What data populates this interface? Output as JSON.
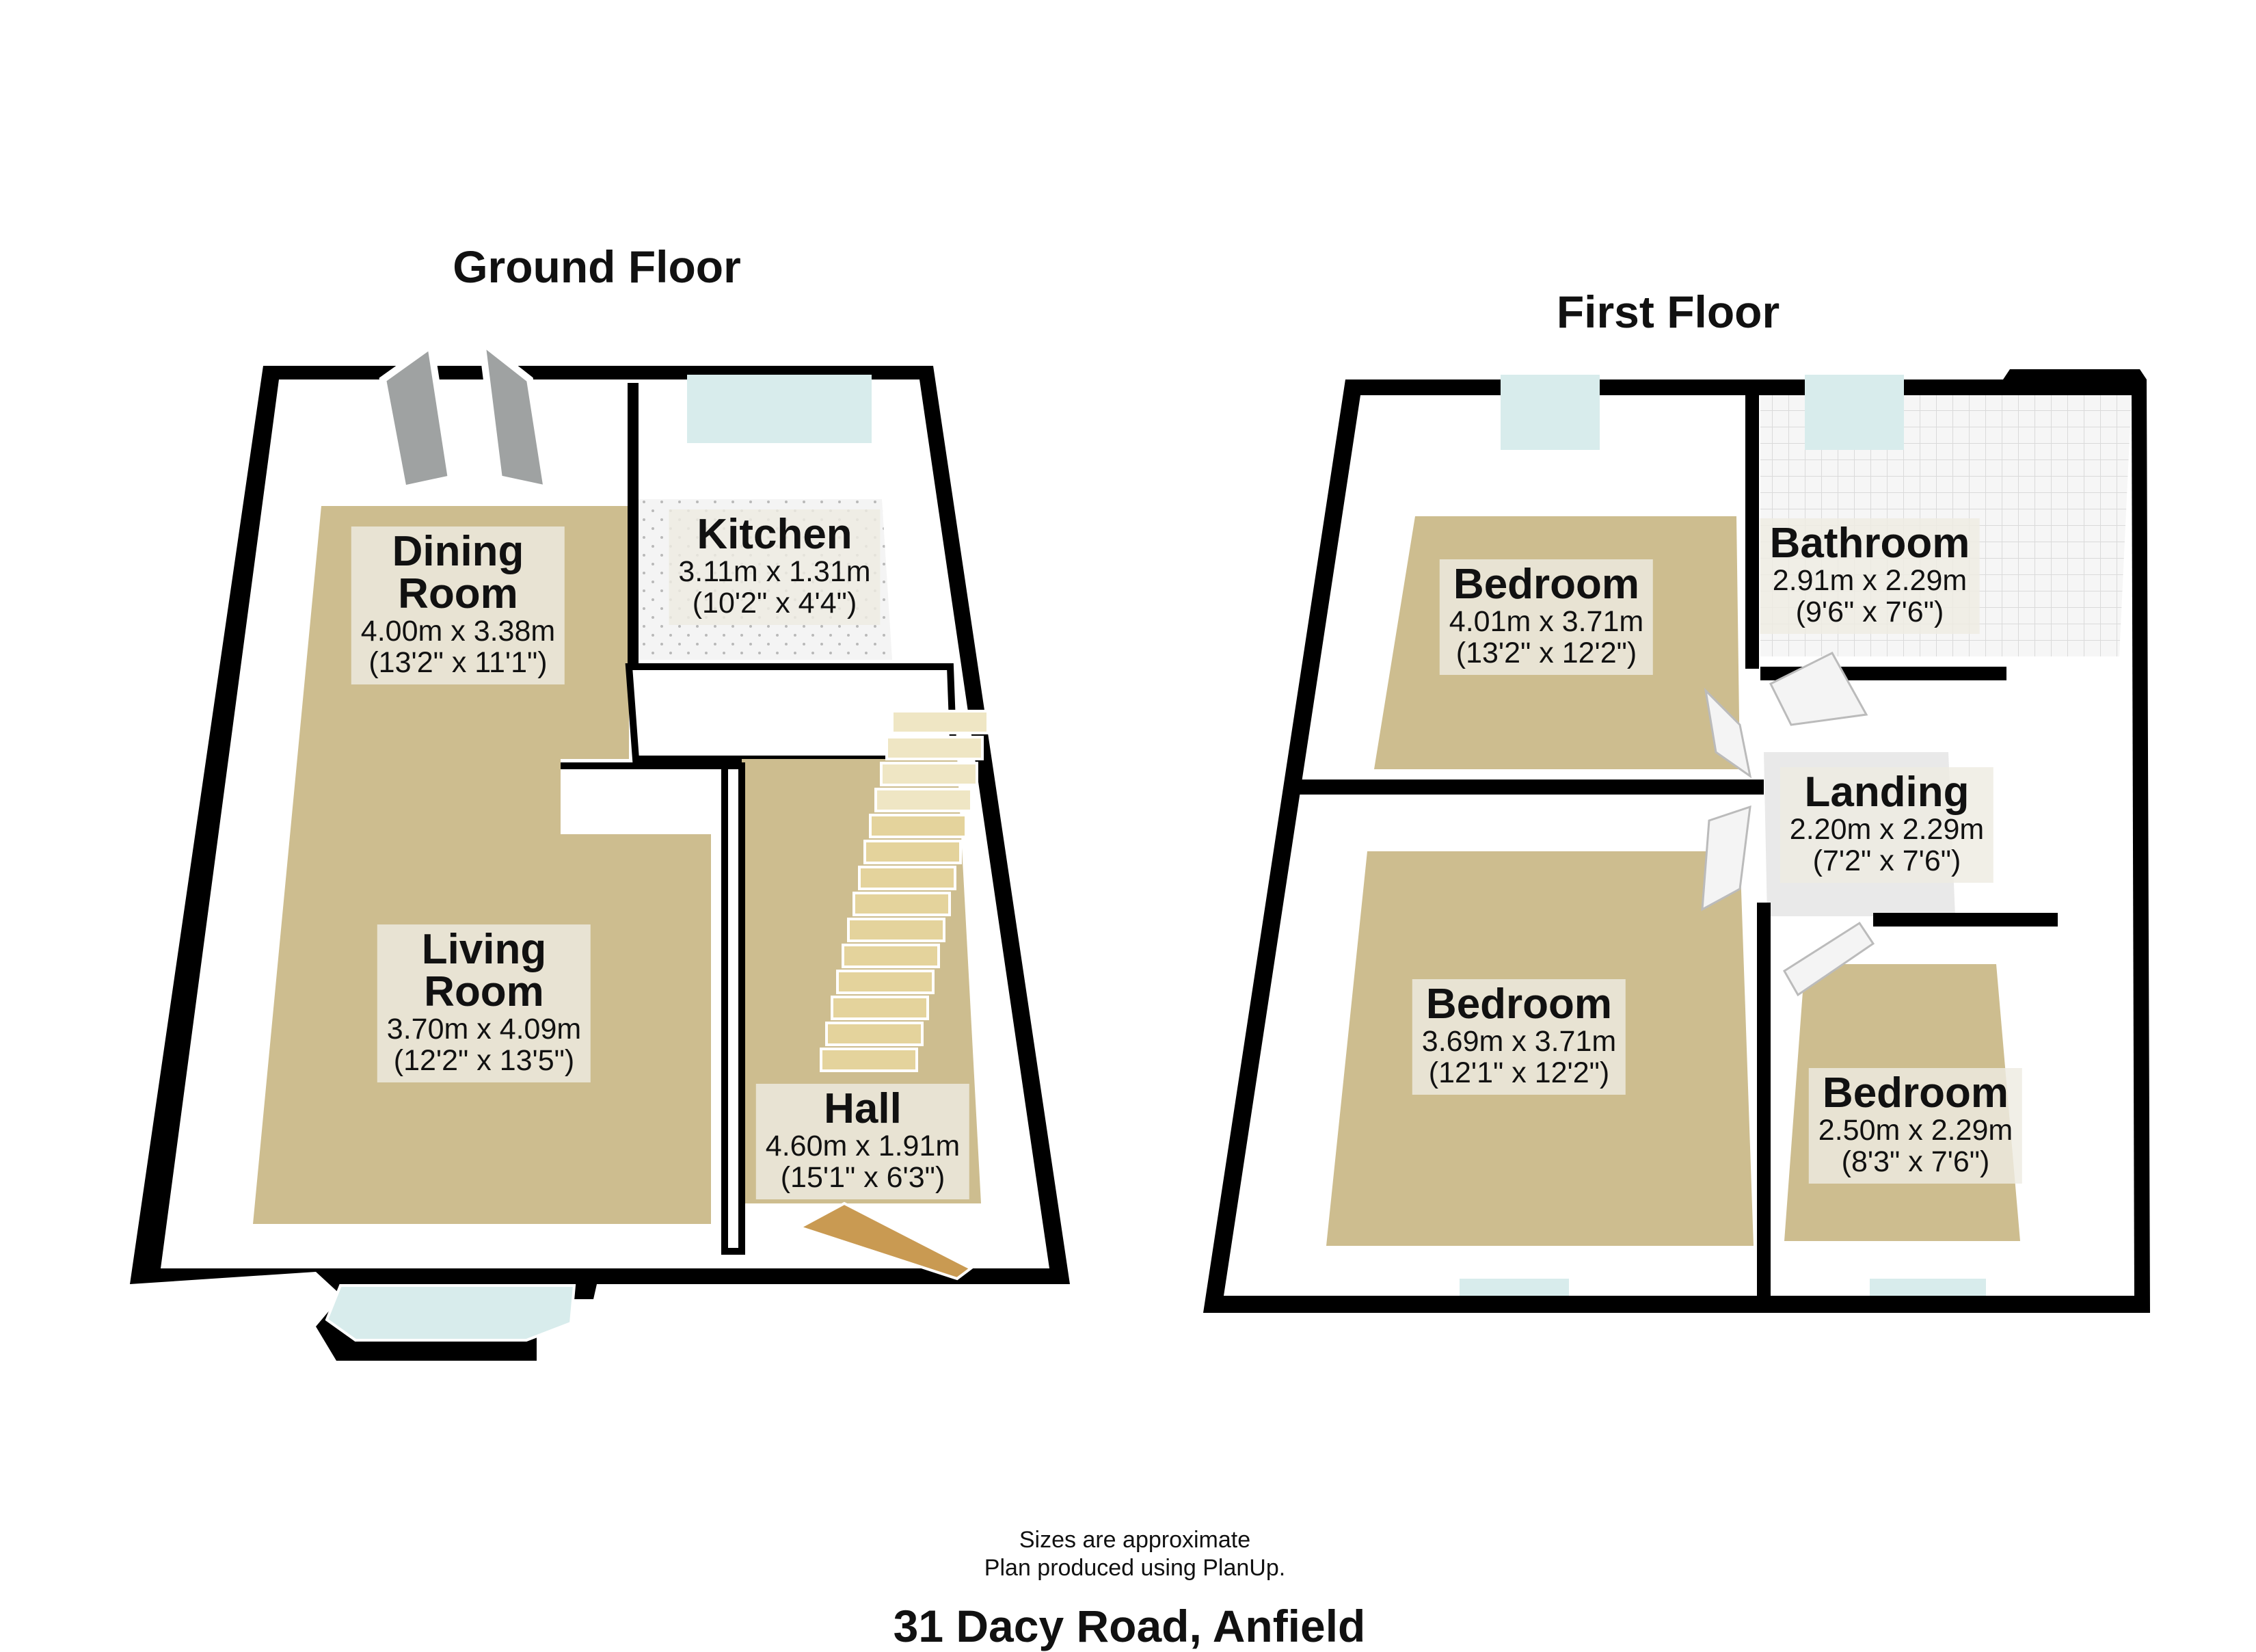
{
  "floors": [
    {
      "title": "Ground Floor",
      "rooms": [
        {
          "name": "Dining\nRoom",
          "dimensions_m": "4.00m x 3.38m",
          "dimensions_ft": "(13'2\" x 11'1\")"
        },
        {
          "name": "Kitchen",
          "dimensions_m": "3.11m x 1.31m",
          "dimensions_ft": "(10'2\" x 4'4\")"
        },
        {
          "name": "Living\nRoom",
          "dimensions_m": "3.70m x 4.09m",
          "dimensions_ft": "(12'2\" x 13'5\")"
        },
        {
          "name": "Hall",
          "dimensions_m": "4.60m x 1.91m",
          "dimensions_ft": "(15'1\" x 6'3\")"
        }
      ]
    },
    {
      "title": "First Floor",
      "rooms": [
        {
          "name": "Bedroom",
          "dimensions_m": "4.01m x 3.71m",
          "dimensions_ft": "(13'2\" x 12'2\")"
        },
        {
          "name": "Bathroom",
          "dimensions_m": "2.91m x 2.29m",
          "dimensions_ft": "(9'6\" x 7'6\")"
        },
        {
          "name": "Landing",
          "dimensions_m": "2.20m x 2.29m",
          "dimensions_ft": "(7'2\" x 7'6\")"
        },
        {
          "name": "Bedroom",
          "dimensions_m": "3.69m x 3.71m",
          "dimensions_ft": "(12'1\" x 12'2\")"
        },
        {
          "name": "Bedroom",
          "dimensions_m": "2.50m x 2.29m",
          "dimensions_ft": "(8'3\" x 7'6\")"
        }
      ]
    }
  ],
  "footer": {
    "note_line1": "Sizes are approximate",
    "note_line2": "Plan produced using PlanUp.",
    "address": "31 Dacy Road, Anfield"
  },
  "colors": {
    "wall": "#000000",
    "wall_inner": "#ffffff",
    "carpet": "#cdbd8f",
    "window": "#d8ecec",
    "stairs": "#e6d7a0",
    "tile": "#f2f2f2",
    "label_bg": "#eeece2"
  }
}
